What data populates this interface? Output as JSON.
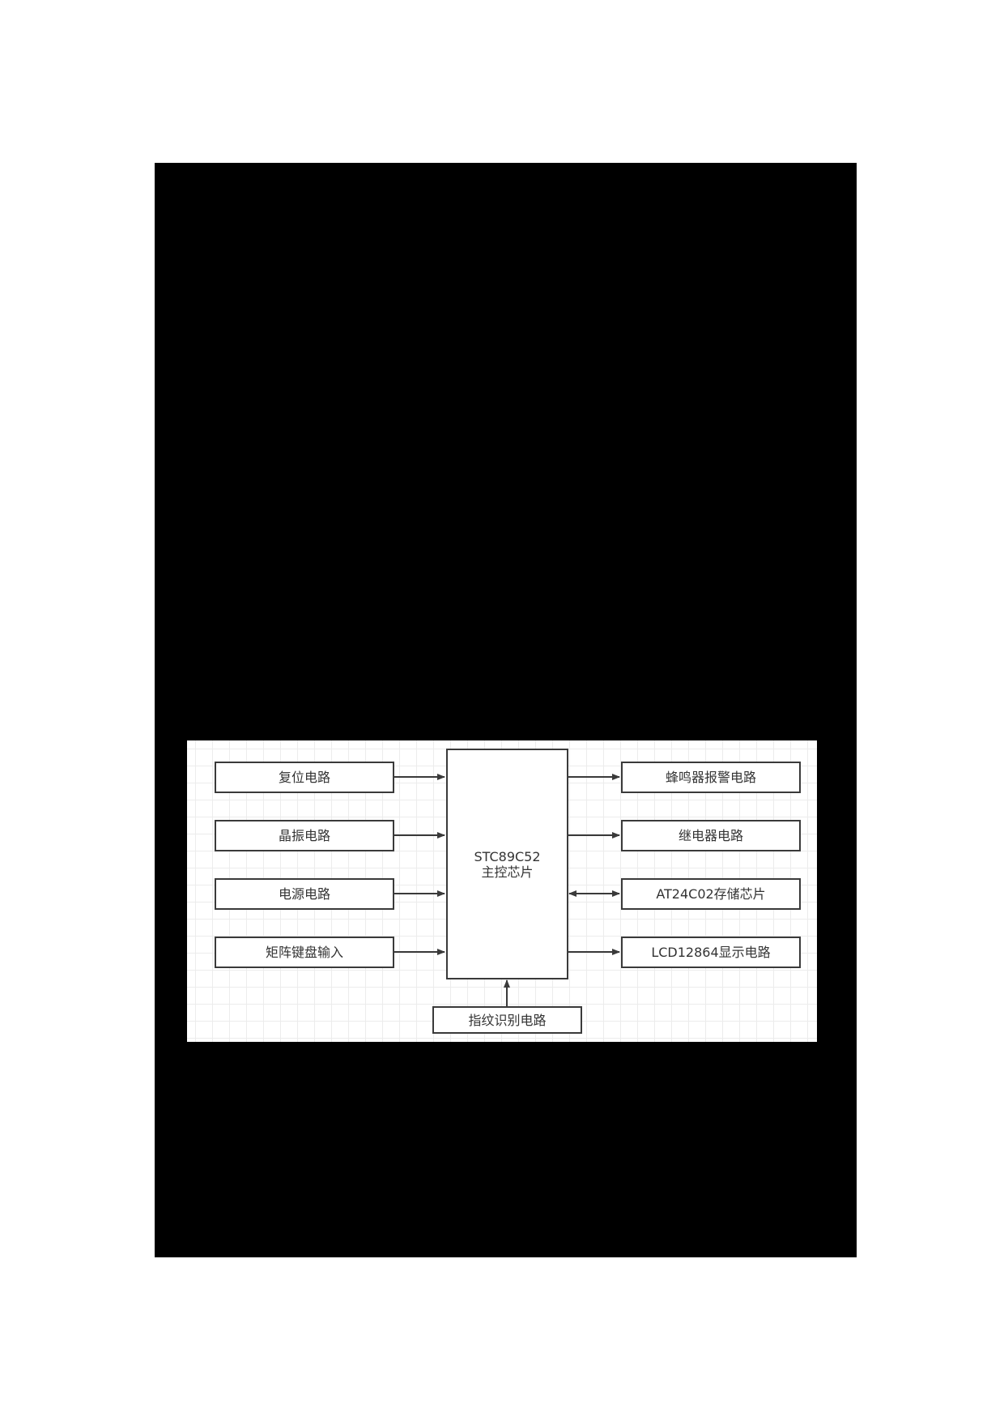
{
  "diagram": {
    "center": {
      "line1": "STC89C52",
      "line2": "主控芯片"
    },
    "inputs": [
      {
        "label": "复位电路"
      },
      {
        "label": "晶振电路"
      },
      {
        "label": "电源电路"
      },
      {
        "label": "矩阵键盘输入"
      }
    ],
    "outputs": [
      {
        "label": "蜂鸣器报警电路",
        "direction": "out"
      },
      {
        "label": "继电器电路",
        "direction": "out"
      },
      {
        "label": "AT24C02存储芯片",
        "direction": "bidirectional"
      },
      {
        "label": "LCD12864显示电路",
        "direction": "out"
      }
    ],
    "bottom": {
      "label": "指纹识别电路",
      "direction": "in"
    },
    "colors": {
      "stroke": "#3a3a3a",
      "grid": "#ececec",
      "mask": "#000000"
    }
  }
}
